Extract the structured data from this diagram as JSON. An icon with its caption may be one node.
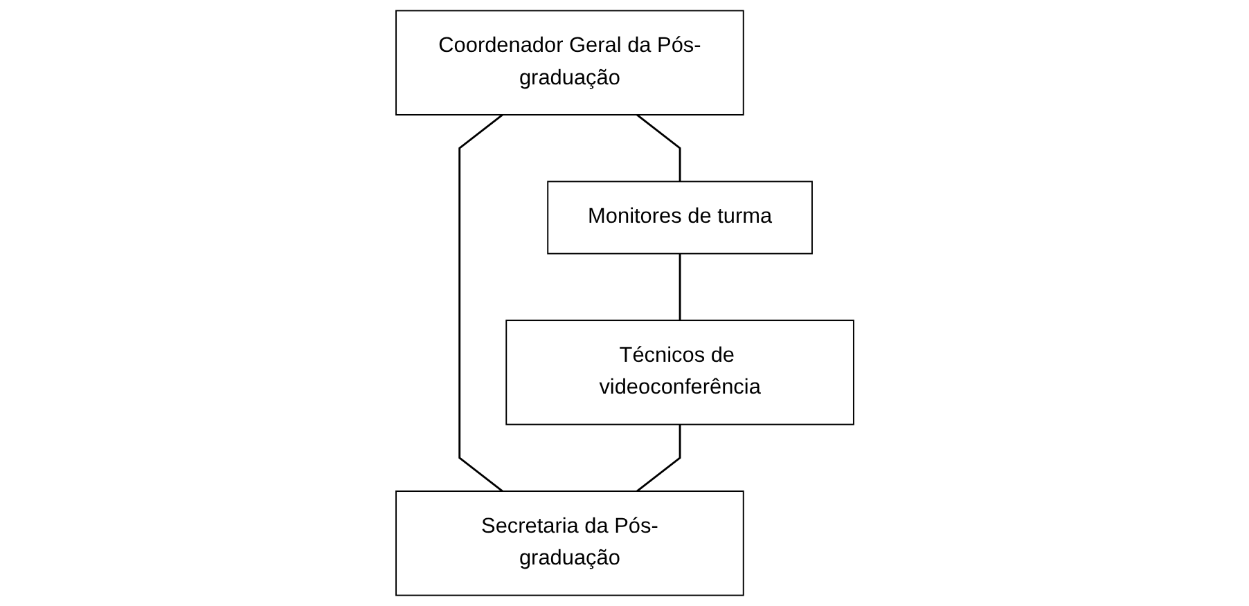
{
  "diagram": {
    "nodes": [
      {
        "text": [
          "Coordenador Geral da Pós-graduação"
        ]
      },
      {
        "text": [
          "Monitores de turma"
        ]
      },
      {
        "text": [
          "Técnicos de videoconferência"
        ]
      },
      {
        "text": [
          "Secretaria da Pós-graduação"
        ]
      }
    ],
    "edges": [
      {
        "from": 0,
        "to": 1,
        "arrow": "none"
      },
      {
        "from": 0,
        "to": 3,
        "arrow": "none"
      },
      {
        "from": 1,
        "to": 2,
        "arrow": "none"
      },
      {
        "from": 2,
        "to": 3,
        "arrow": "none"
      }
    ]
  }
}
